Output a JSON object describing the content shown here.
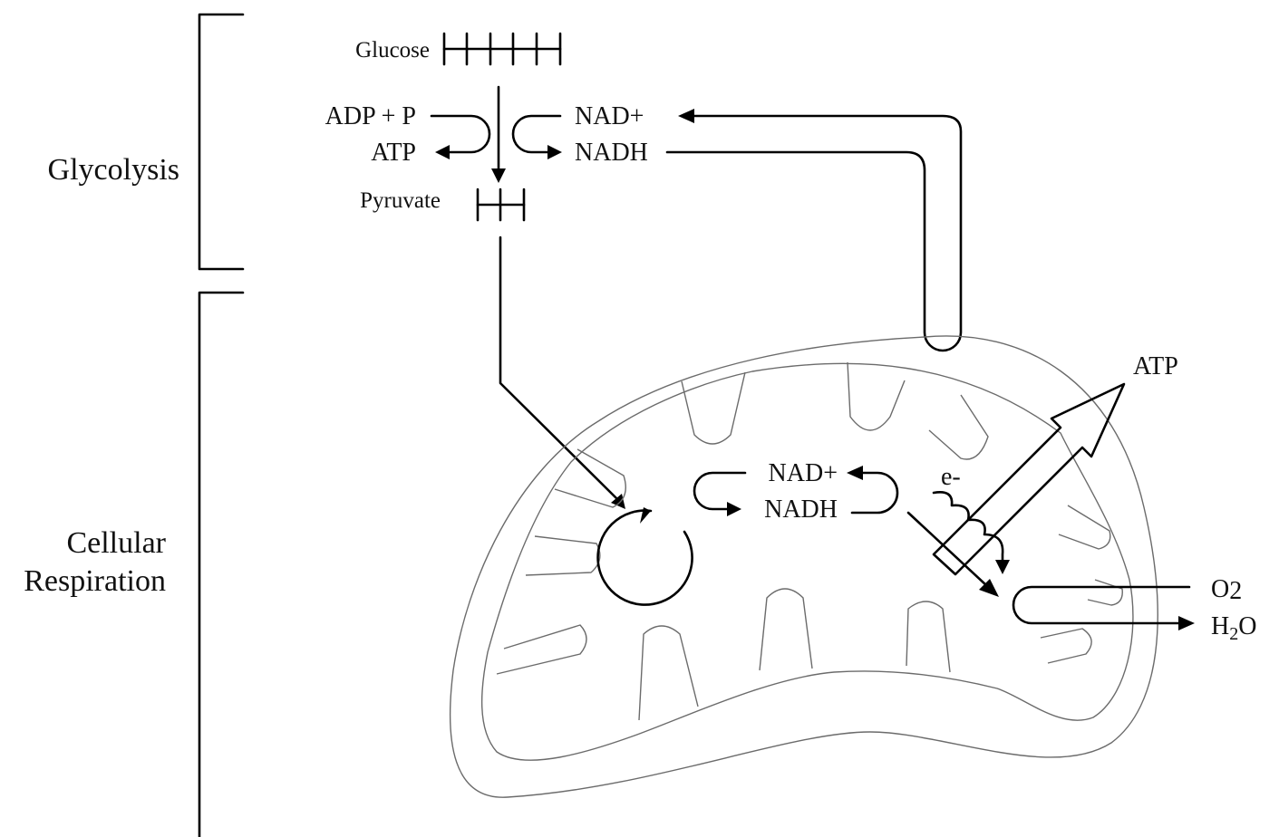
{
  "stages": {
    "glycolysis": "Glycolysis",
    "respiration_line1": "Cellular",
    "respiration_line2": "Respiration"
  },
  "glycolysis": {
    "glucose": "Glucose",
    "adp_p": "ADP + P",
    "atp": "ATP",
    "nad_plus": "NAD+",
    "nadh": "NADH",
    "pyruvate": "Pyruvate"
  },
  "mitochondrion": {
    "nad_plus": "NAD+",
    "nadh": "NADH",
    "electron": "e-",
    "atp": "ATP",
    "oxygen": "O",
    "oxygen_sub": "2",
    "water_h": "H",
    "water_sub": "2",
    "water_o": "O"
  }
}
